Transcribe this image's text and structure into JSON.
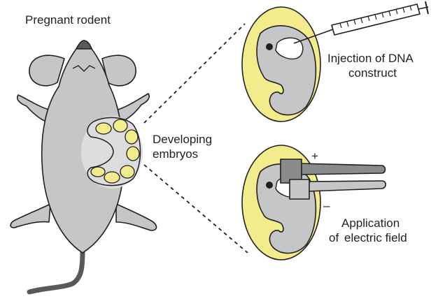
{
  "labels": {
    "rodent": "Pregnant rodent",
    "developing_line1": "Developing",
    "developing_line2": "embryos",
    "injection_line1": "Injection of DNA",
    "injection_line2": "construct",
    "application_line1": "Application",
    "application_line2": "of",
    "application_line3": "electric field",
    "plus": "+",
    "minus": "–"
  },
  "colors": {
    "body": "#c5c6c8",
    "body_outline": "#231f20",
    "uterus_light": "#dcdddf",
    "embryo_yolk": "#f3ec8c",
    "electrode": "#8a8b8d",
    "tail": "#58595b",
    "nose": "#58595b"
  }
}
